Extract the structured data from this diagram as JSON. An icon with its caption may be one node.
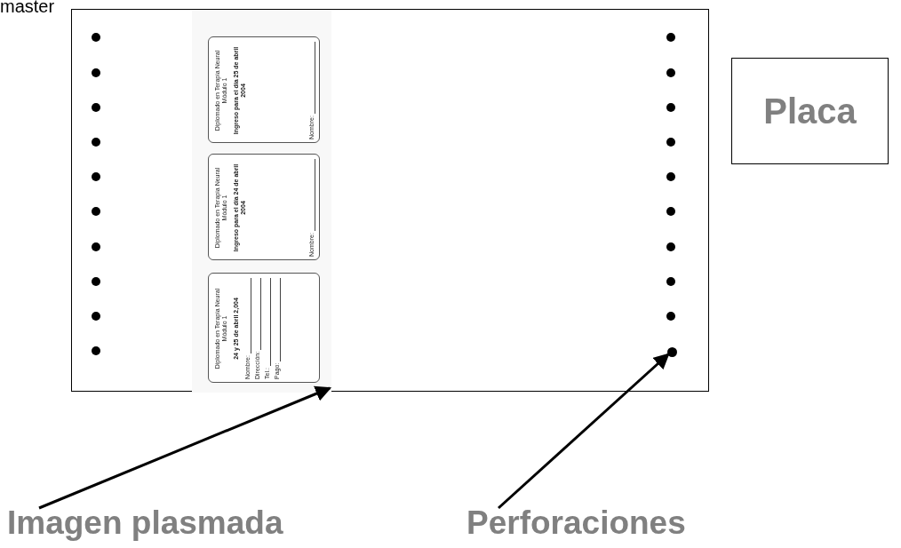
{
  "diagram": {
    "nodes": [
      {
        "text": [],
        "shape": "box"
      },
      {
        "text": [],
        "shape": "picture",
        "in": 0
      },
      {
        "text": [
          "Diplomado en Terapia Neural Módulo 1",
          "Ingreso para el día 25 de abril 2004",
          "Nombre:"
        ],
        "in": 1
      },
      {
        "text": [
          "Diplomado en Terapia Neural Módulo 1",
          "Ingreso para el día 24 de abril 2004",
          "Nombre:"
        ],
        "in": 1
      },
      {
        "text": [
          "Diplomado en Terapia Neural Módulo 1",
          "24 y 25 de abril 2,004",
          "Nombre:",
          "Dirección:",
          "Tel.:",
          "Pago:"
        ],
        "in": 1
      },
      {
        "text": [],
        "shape": "circle",
        "in": 0
      },
      {
        "text": [
          "Placa"
        ]
      },
      {
        "text": [
          "Imagen plasmada"
        ]
      },
      {
        "text": [
          "Perforaciones"
        ]
      }
    ],
    "edges": [
      {
        "from": 7,
        "to": 1,
        "arrow": "to"
      },
      {
        "from": 8,
        "to": 5,
        "arrow": "to"
      }
    ],
    "labels": [
      "master"
    ]
  }
}
